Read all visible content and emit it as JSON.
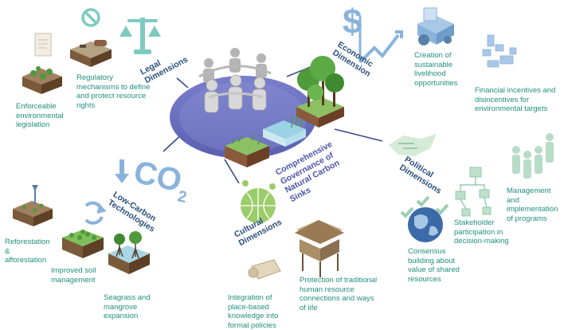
{
  "center": {
    "title_lines": [
      "Comprehensive",
      "Governance of",
      "Natural Carbon",
      "Sinks"
    ]
  },
  "dimensions": {
    "legal": [
      "Legal",
      "Dimensions"
    ],
    "economic": [
      "Economic",
      "Dimension"
    ],
    "political": [
      "Political",
      "Dimensions"
    ],
    "cultural": [
      "Cultural",
      "Dimensions"
    ],
    "low_carbon": [
      "Low-Carbon",
      "Technologies"
    ]
  },
  "co2_text": "CO",
  "co2_sub": "2",
  "items": {
    "enforceable": "Enforceable environmental legislation",
    "regulatory": "Regulatory mechanisms to define and protect resource rights",
    "livelihood": "Creation of sustainable livelihood opportunities",
    "financial": "Financial incentives and disincentives for environmental targets",
    "management": "Management and implementation of programs",
    "stakeholder": "Stakeholder participation in decision-making",
    "consensus": "Consensus building about value of shared resources",
    "traditional": "Protection of traditional human resource connections and ways of life",
    "integration": "Integration of place-based knowledge into formal policies",
    "reforestation": "Reforestation & afforestation",
    "soil": "Improved soil management",
    "seagrass": "Seagrass and mangrove expansion"
  },
  "colors": {
    "teal": "#1f8f7f",
    "navy": "#2a4f7a",
    "platform": "#6a6fbf",
    "icon_teal": "#7fcac0",
    "icon_blue": "#8ab3dc",
    "icon_green": "#9ccc6a"
  }
}
